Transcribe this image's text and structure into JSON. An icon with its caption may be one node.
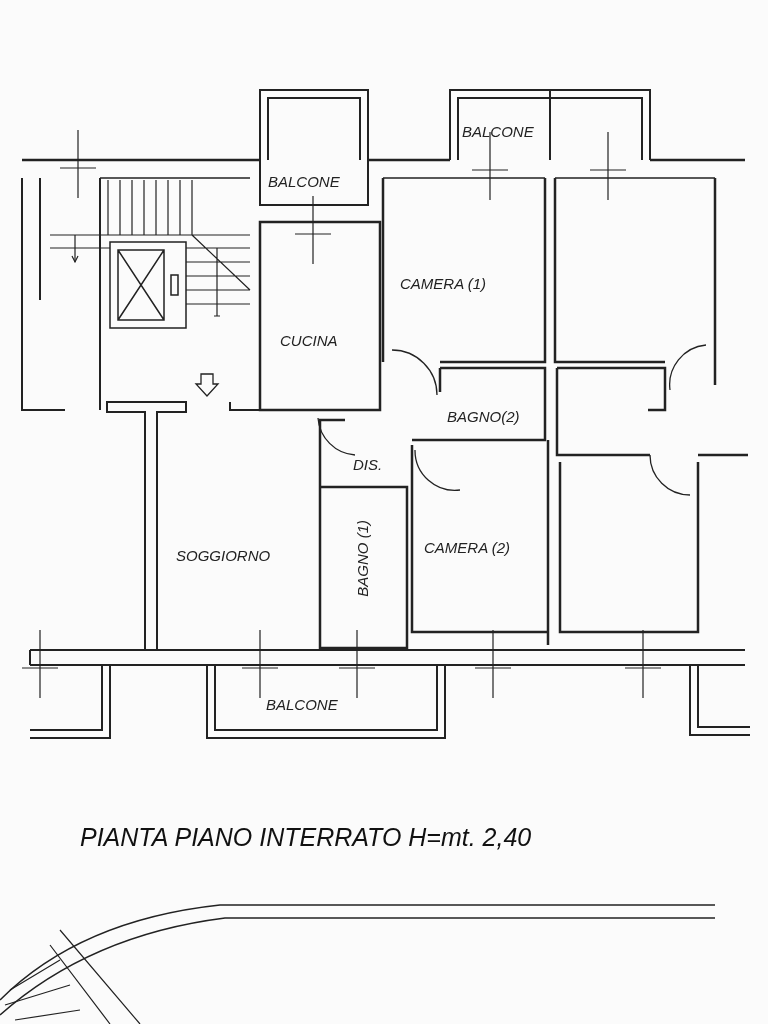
{
  "diagram": {
    "caption": "PIANTA PIANO INTERRATO H=mt. 2,40",
    "labels": [
      "BALCONE",
      "BALCONE",
      "CAMERA (1)",
      "CUCINA",
      "BAGNO(2)",
      "DIS.",
      "CAMERA (2)",
      "SOGGIORNO",
      "BAGNO (1)",
      "BALCONE"
    ]
  }
}
